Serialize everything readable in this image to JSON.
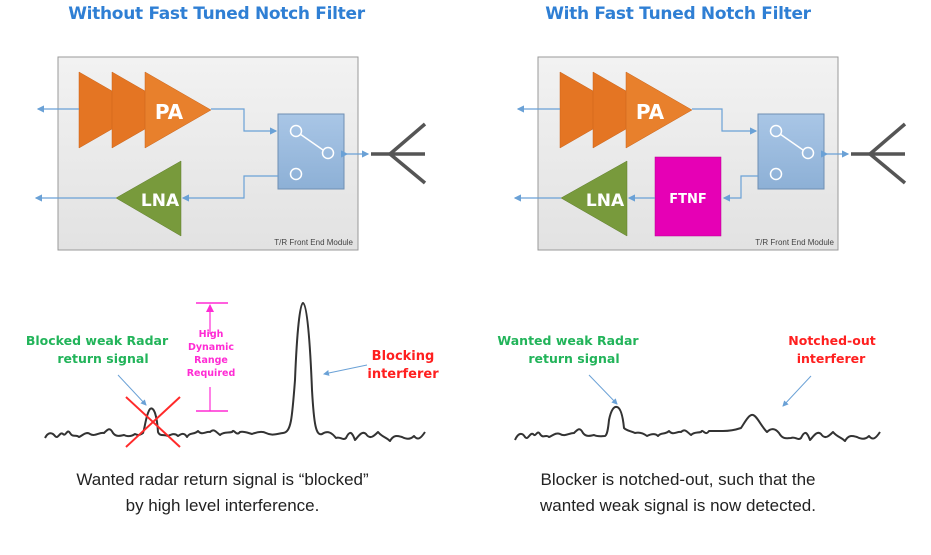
{
  "colors": {
    "title": "#2f7fd4",
    "pa": "#e57a24",
    "lna": "#7a9a3e",
    "ftnf": "#e600b5",
    "switch": "#9dbcde",
    "module_bg": "#ececec",
    "signal_line": "#6aa1d6",
    "green_label": "#22b45a",
    "red_label": "#ff1f1f",
    "magenta_label": "#ff2bd4",
    "trace": "#333333"
  },
  "panels": [
    {
      "title": "Without Fast Tuned Notch Filter",
      "module_label": "T/R Front End Module",
      "pa_label": "PA",
      "lna_label": "LNA",
      "weak_signal_label": [
        "Blocked weak Radar",
        "return signal"
      ],
      "interferer_label": [
        "Blocking",
        "interferer"
      ],
      "dynamic_range_label": [
        "High",
        "Dynamic",
        "Range",
        "Required"
      ],
      "caption": [
        "Wanted radar return signal is “blocked”",
        "by high level interference."
      ]
    },
    {
      "title": "With Fast Tuned Notch Filter",
      "module_label": "T/R Front End Module",
      "pa_label": "PA",
      "lna_label": "LNA",
      "filter_label": "FTNF",
      "weak_signal_label": [
        "Wanted weak Radar",
        "return signal"
      ],
      "interferer_label": [
        "Notched-out",
        "interferer"
      ],
      "caption": [
        "Blocker is notched-out, such that the",
        "wanted weak signal is now detected."
      ]
    }
  ]
}
